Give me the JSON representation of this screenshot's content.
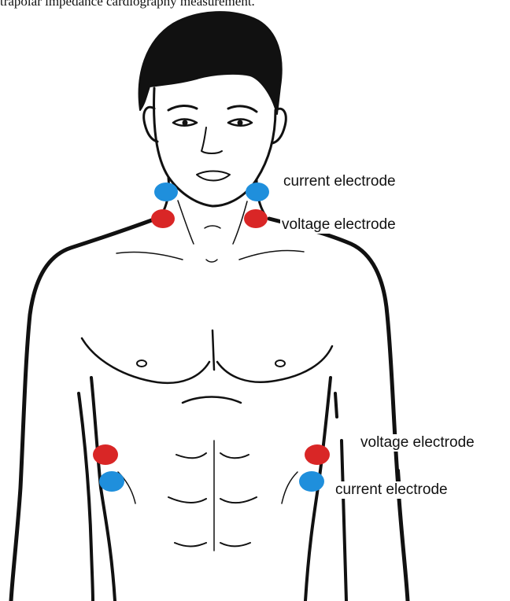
{
  "caption": "trapolar impedance cardiography measurement.",
  "labels": {
    "neck_current": "current electrode",
    "neck_voltage": "voltage electrode",
    "torso_voltage": "voltage electrode",
    "torso_current": "current electrode"
  },
  "colors": {
    "current_electrode": "#1f8fdc",
    "voltage_electrode": "#d92626",
    "line": "#111111",
    "hair": "#111111",
    "background": "#ffffff"
  }
}
